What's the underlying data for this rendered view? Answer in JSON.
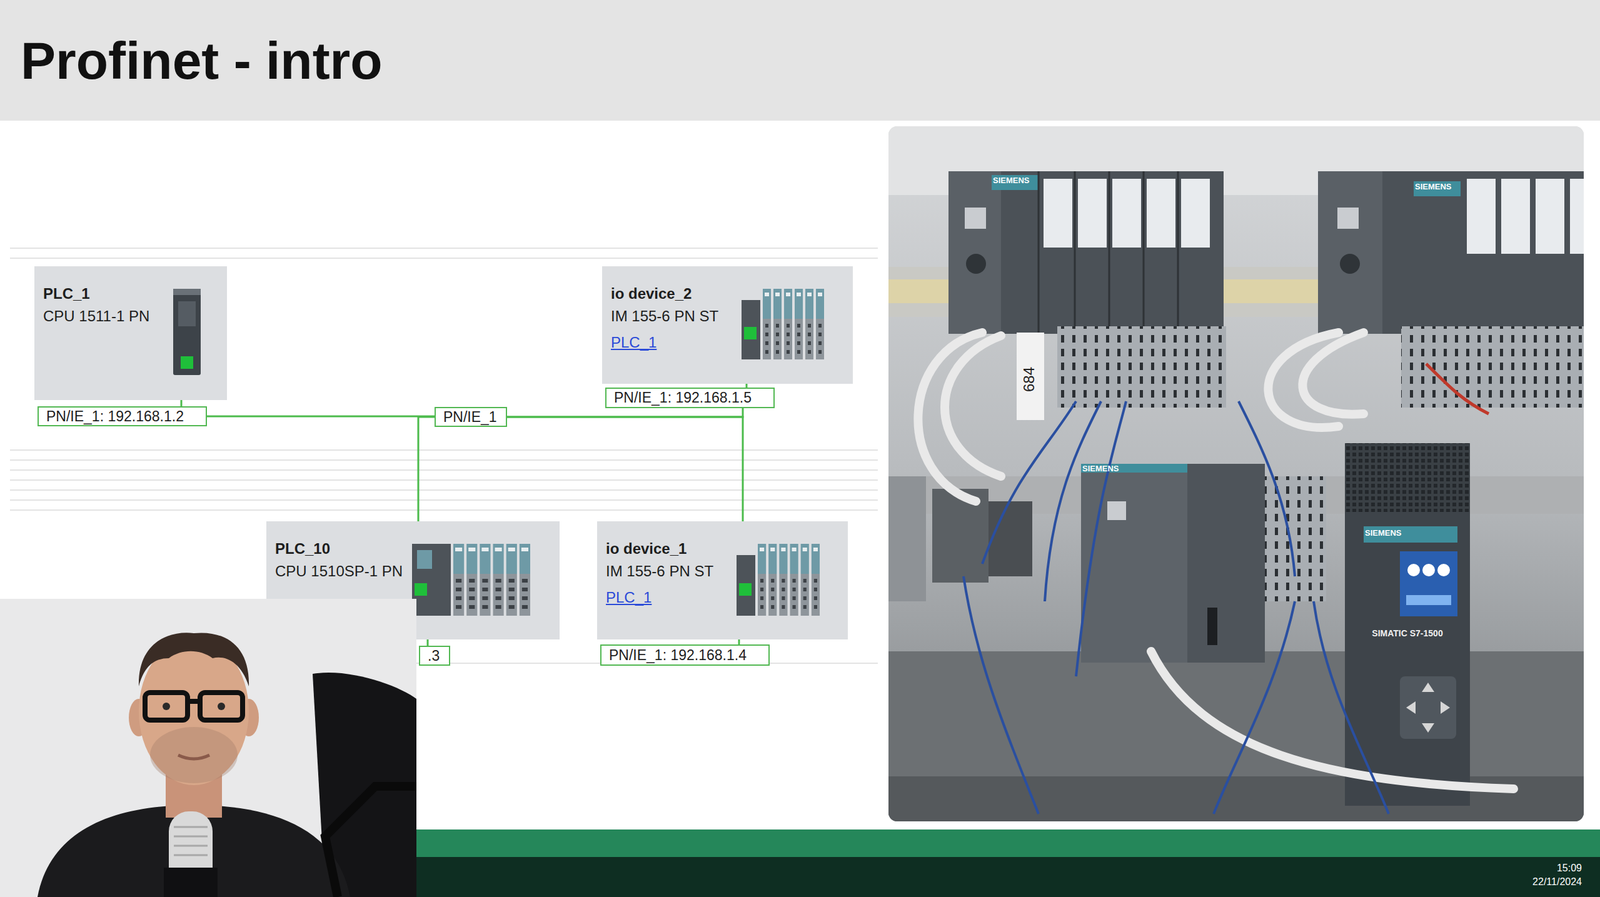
{
  "diagram": {
    "title": "Profinet - intro",
    "nodes": [
      {
        "text": [
          "PLC_1",
          "CPU 1511-1 PN"
        ]
      },
      {
        "text": [
          "PN/IE_1: 192.168.1.2"
        ]
      },
      {
        "text": [
          "PN/IE_1"
        ]
      },
      {
        "text": [
          "io device_2",
          "IM 155-6 PN ST",
          "PLC_1"
        ]
      },
      {
        "text": [
          "PN/IE_1: 192.168.1.5"
        ]
      },
      {
        "text": [
          "PLC_10",
          "CPU 1510SP-1 PN"
        ]
      },
      {
        "text": [
          "io device_1",
          "IM 155-6 PN ST",
          "PLC_1"
        ]
      },
      {
        "text": [
          ".3"
        ]
      },
      {
        "text": [
          "PN/IE_1: 192.168.1.4"
        ]
      }
    ],
    "edges": [
      {
        "from": 0,
        "to": 1,
        "arrow": "none"
      },
      {
        "from": 1,
        "to": 2,
        "arrow": "none"
      },
      {
        "from": 2,
        "to": 4,
        "arrow": "none"
      },
      {
        "from": 2,
        "to": 5,
        "arrow": "none"
      },
      {
        "from": 2,
        "to": 6,
        "arrow": "none"
      },
      {
        "from": 3,
        "to": 4,
        "arrow": "none"
      },
      {
        "from": 5,
        "to": 7,
        "arrow": "none"
      },
      {
        "from": 6,
        "to": 8,
        "arrow": "none"
      }
    ],
    "labels": [
      "SIEMENS",
      "SIEMENS",
      "SIEMENS",
      "SIEMENS",
      "684",
      "SIMATIC S7-1500",
      "15:09",
      "22/11/2024"
    ]
  }
}
